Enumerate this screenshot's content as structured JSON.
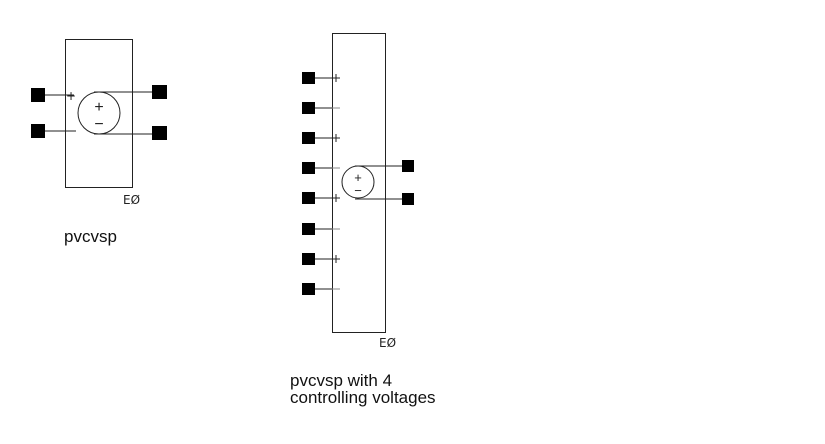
{
  "symbols": [
    {
      "id": "pvcvsp",
      "caption": "pvcvsp",
      "ref_label": "EØ",
      "controlling_pins": [
        "+",
        "−"
      ],
      "output_polarity": [
        "+",
        "−"
      ]
    },
    {
      "id": "pvcvsp-4",
      "caption_lines": [
        "pvcvsp with 4",
        "controlling voltages"
      ],
      "ref_label": "EØ",
      "controlling_pins": [
        "+",
        "−",
        "+",
        "−",
        "+",
        "−",
        "+",
        "−"
      ],
      "output_polarity": [
        "+",
        "−"
      ]
    }
  ],
  "colors": {
    "stroke": "#222222",
    "pin": "#000000",
    "background": "#ffffff"
  }
}
